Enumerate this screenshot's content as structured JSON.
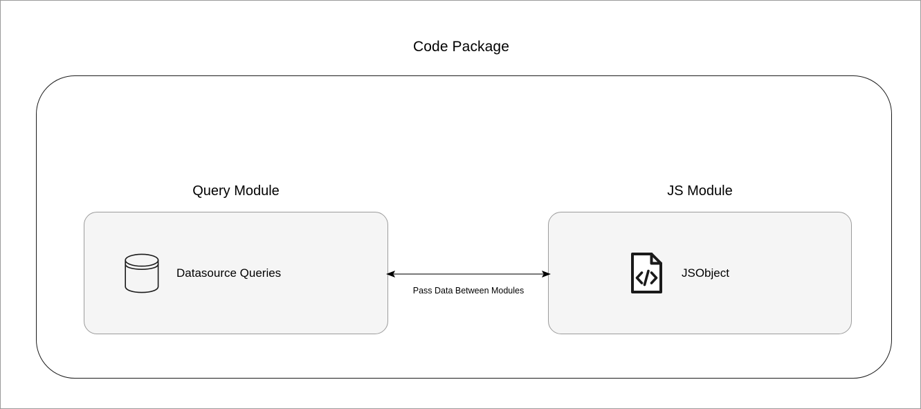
{
  "package": {
    "title": "Code Package"
  },
  "modules": [
    {
      "id": "query-module",
      "title": "Query Module",
      "item": {
        "label": "Datasource Queries",
        "icon": "database-cylinder-icon"
      }
    },
    {
      "id": "js-module",
      "title": "JS Module",
      "item": {
        "label": "JSObject",
        "icon": "code-document-icon"
      }
    }
  ],
  "connector": {
    "label": "Pass Data Between Modules",
    "direction": "bidirectional",
    "icon": "double-arrow-icon"
  },
  "colors": {
    "card_fill": "#f5f5f5",
    "card_border": "#9b9b9b",
    "package_border": "#1a1a1a",
    "text": "#000000",
    "connector_line": "#4d4d4d",
    "canvas_border": "#9a9a9a"
  }
}
